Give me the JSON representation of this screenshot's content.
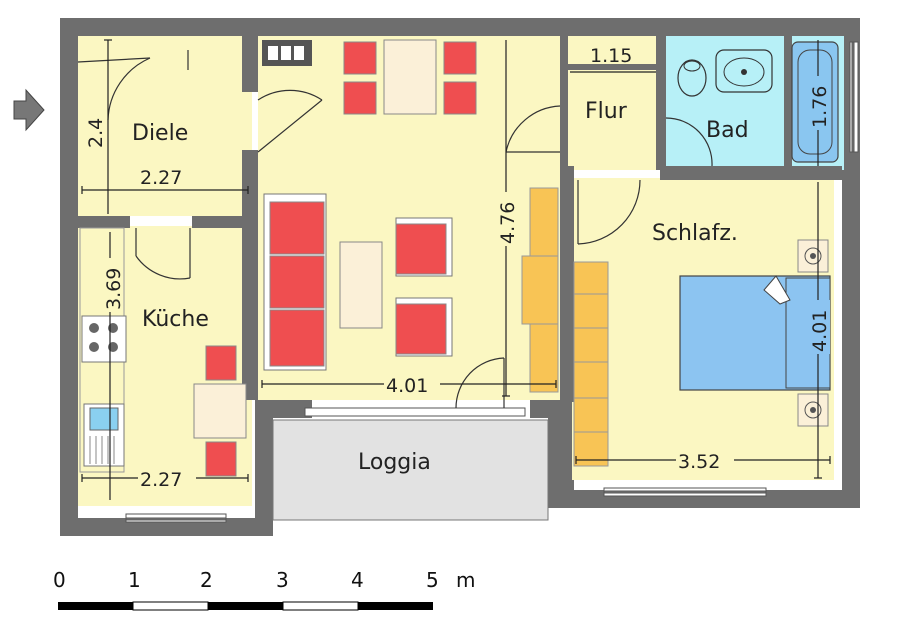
{
  "rooms": {
    "diele": "Diele",
    "kueche": "Küche",
    "flur": "Flur",
    "bad": "Bad",
    "schlafzimmer": "Schlafz.",
    "loggia": "Loggia"
  },
  "dimensions": {
    "diele_height": "2.4",
    "diele_width": "2.27",
    "kueche_height": "3.69",
    "kueche_width": "2.27",
    "wohn_height": "4.76",
    "wohn_width": "4.01",
    "flur_width": "1.15",
    "bad_height": "1.76",
    "schlaf_height": "4.01",
    "schlaf_width": "3.52"
  },
  "scale": {
    "ticks": [
      "0",
      "1",
      "2",
      "3",
      "4",
      "5"
    ],
    "unit": "m"
  },
  "colors": {
    "wall": "#6e6e6e",
    "floor": "#fbf7c2",
    "bath": "#b7f0f7",
    "loggia": "#e2e2e2",
    "chair": "#ef4e50",
    "table": "#fbf0d8",
    "wardrobe": "#f8c455",
    "bed": "#8cc4f1"
  }
}
